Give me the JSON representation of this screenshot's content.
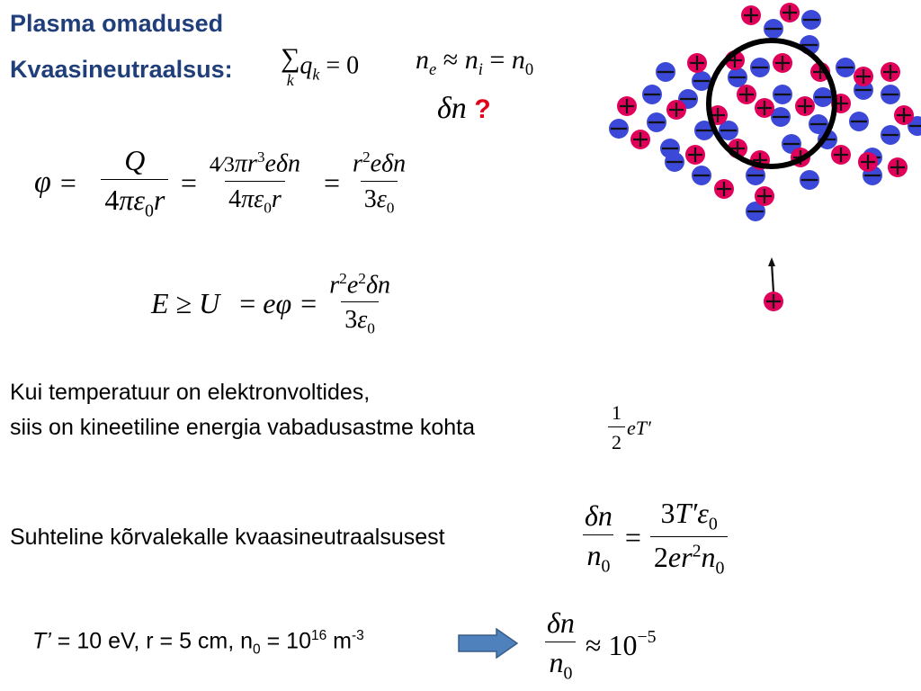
{
  "title": "Plasma omadused",
  "subtitle": "Kvaasineutraalsus:",
  "question_mark": "?",
  "text": {
    "line1": "Kui temperatuur on elektronvoltides,",
    "line2": "siis on  kineetiline energia vabadusastme kohta",
    "line3": "Suhteline kõrvalekalle kvaasineutraalsusest"
  },
  "bottom": {
    "T": "T’",
    "part1": " = 10 eV, r = 5 cm, n",
    "sub0": "0",
    "part2": " = 10",
    "sup16": "16",
    "part3": " m",
    "supm3": "-3"
  },
  "result": {
    "approx": "≈ 10",
    "exp": "−5"
  },
  "colors": {
    "title": "#1f3e7a",
    "positive_ion": "#e0005a",
    "electron": "#3b48d8",
    "arrow": "#4f81bd"
  }
}
